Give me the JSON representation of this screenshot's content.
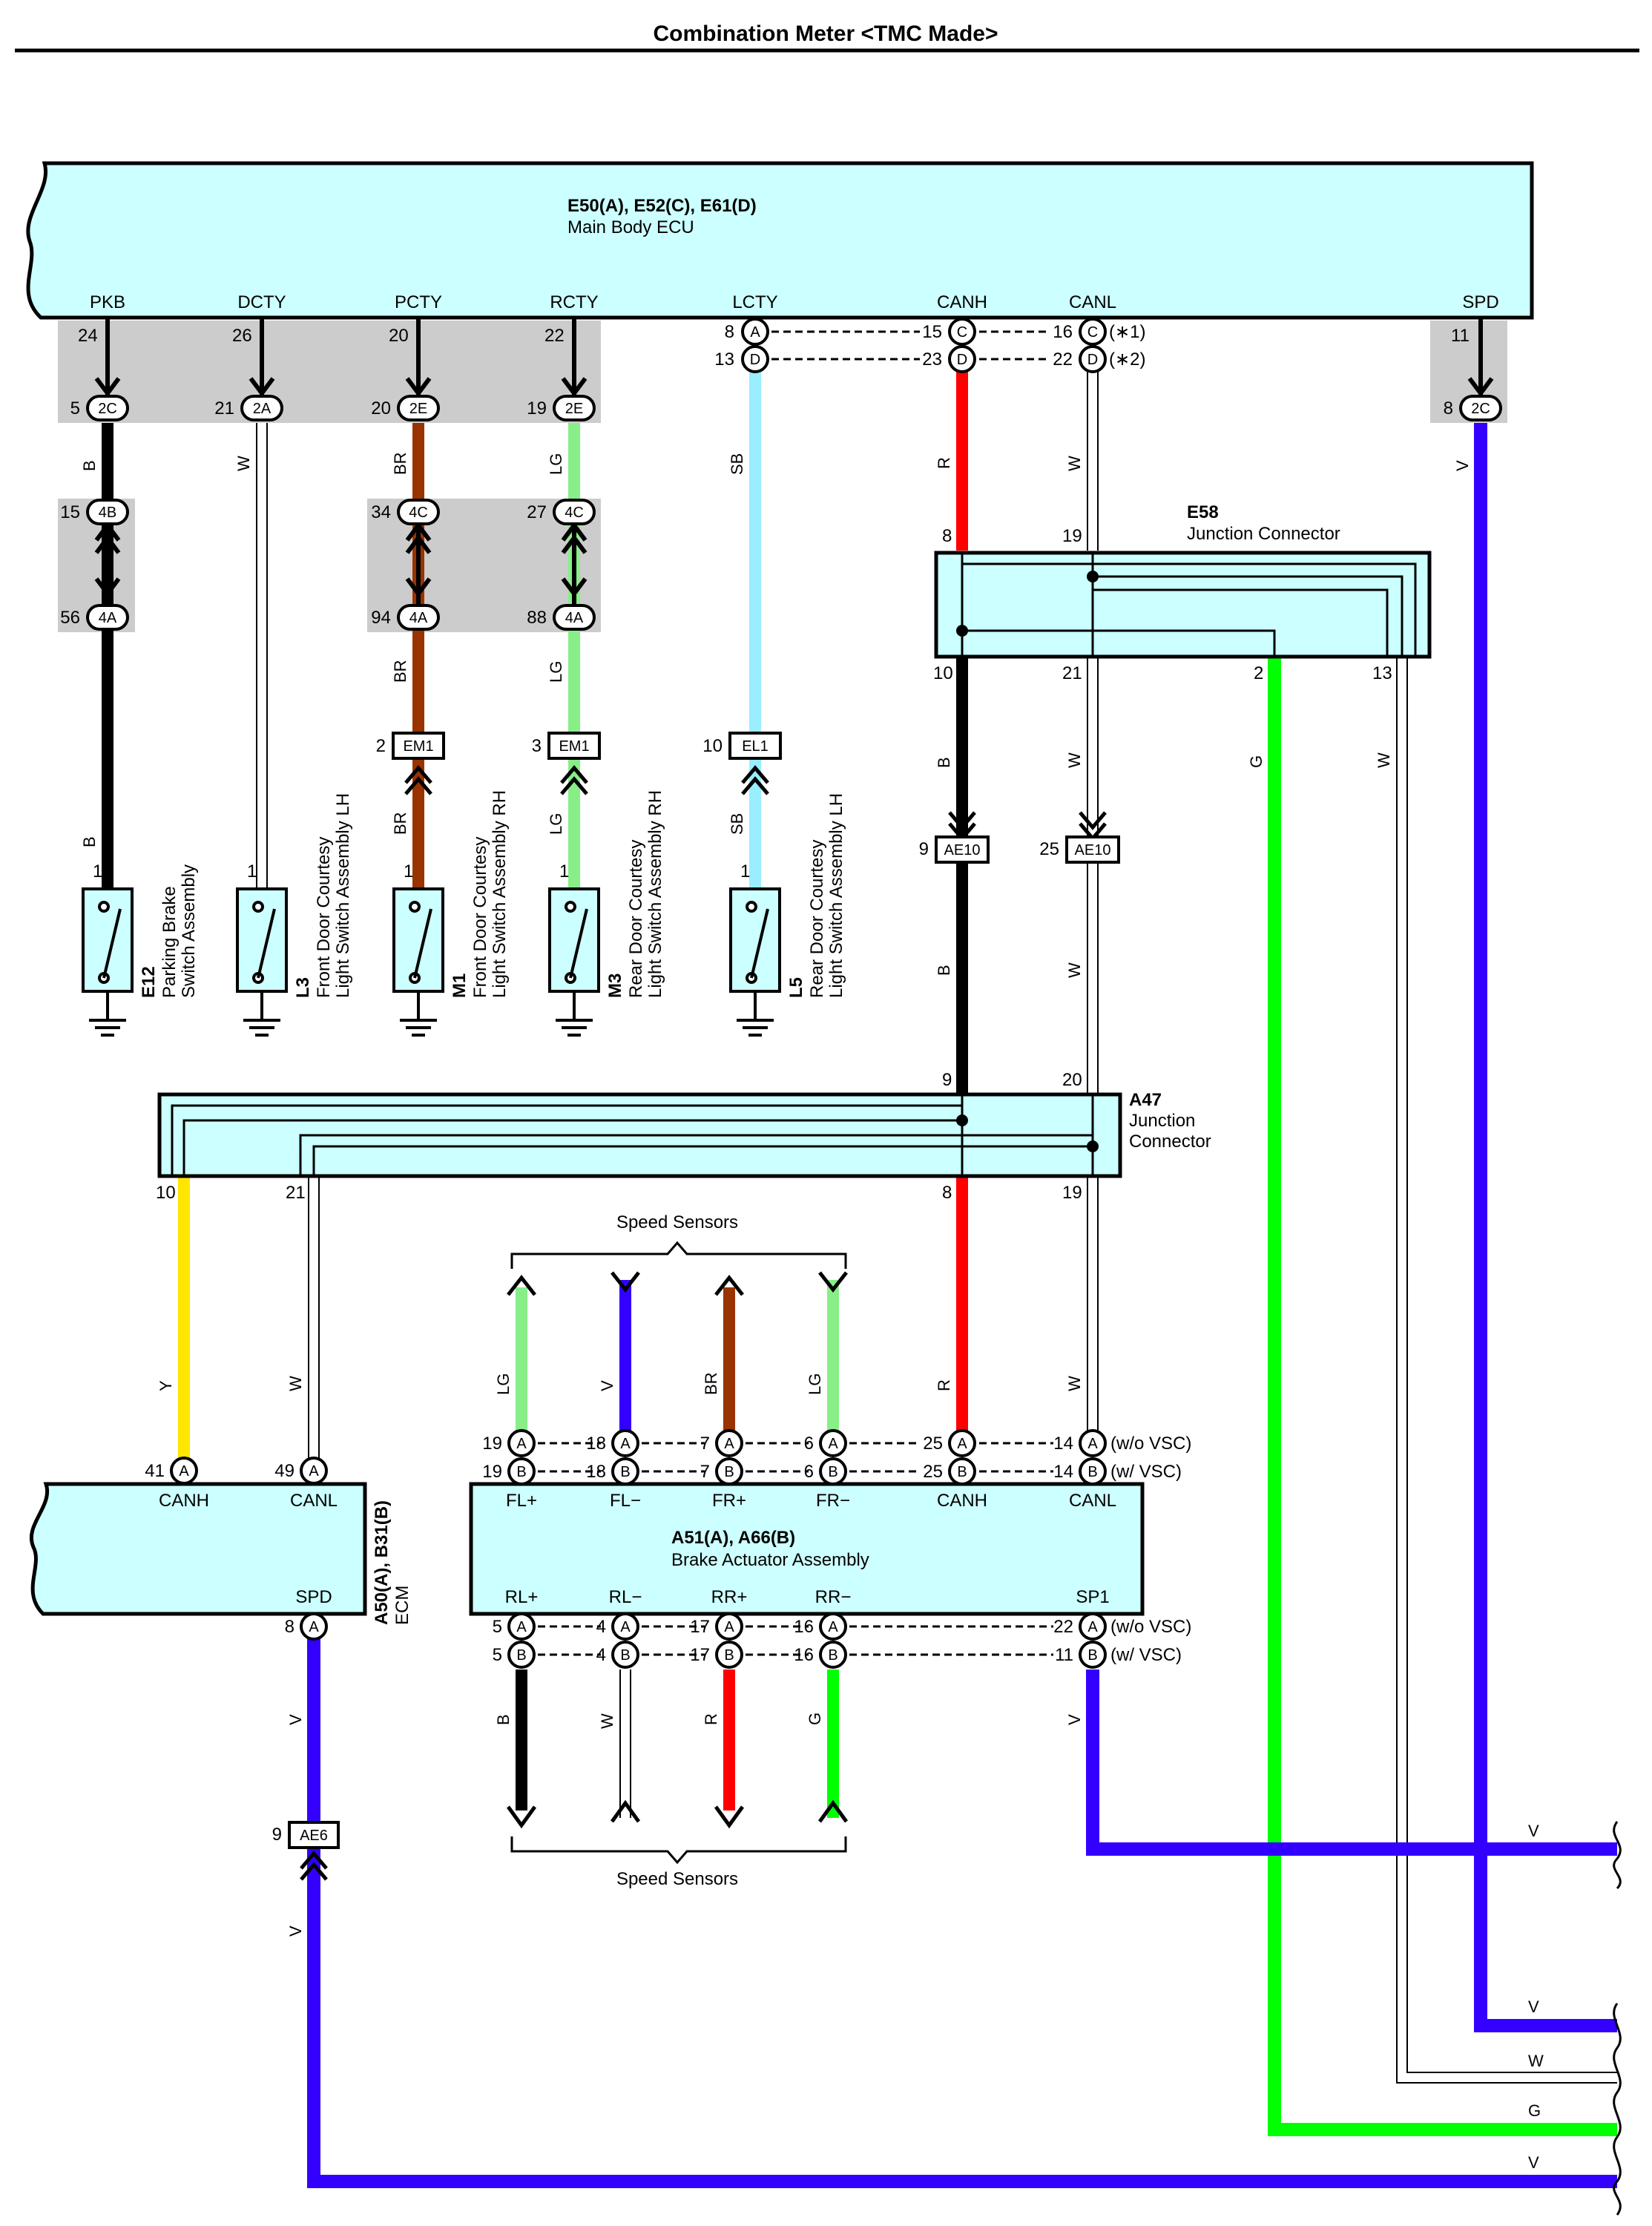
{
  "title": "Combination Meter <TMC Made>",
  "colors": {
    "B": "#000000",
    "W": "#ffffff",
    "BR": "#993300",
    "LG": "#88ee88",
    "SB": "#99eeff",
    "R": "#ff0000",
    "V": "#3300ff",
    "G": "#00ff00",
    "Y": "#ffe600",
    "box": "#ccffff",
    "shade": "#cccccc"
  },
  "main_ecu": {
    "code": "E50(A), E52(C), E61(D)",
    "name": "Main Body ECU",
    "terminals": [
      "PKB",
      "DCTY",
      "PCTY",
      "RCTY",
      "LCTY",
      "CANH",
      "CANL",
      "SPD"
    ],
    "pins": [
      "24",
      "26",
      "20",
      "22",
      "8",
      "13",
      "15",
      "23",
      "16",
      "22",
      "11"
    ],
    "pin_tags": [
      "A",
      "D",
      "C",
      "D",
      "C",
      "D"
    ],
    "notes": [
      "(∗1)",
      "(∗2)"
    ]
  },
  "connectors_2": {
    "pins": [
      "5",
      "21",
      "20",
      "19",
      "8"
    ],
    "tags": [
      "2C",
      "2A",
      "2E",
      "2E",
      "2C"
    ]
  },
  "connectors_4": {
    "pins": [
      "15",
      "56",
      "34",
      "94",
      "27",
      "88"
    ],
    "tags": [
      "4B",
      "4A",
      "4C",
      "4A",
      "4C",
      "4A"
    ]
  },
  "inline": {
    "em1a": {
      "pin": "2",
      "tag": "EM1"
    },
    "em1b": {
      "pin": "3",
      "tag": "EM1"
    },
    "el1": {
      "pin": "10",
      "tag": "EL1"
    },
    "ae10a": {
      "pin": "9",
      "tag": "AE10"
    },
    "ae10b": {
      "pin": "25",
      "tag": "AE10"
    },
    "ae6": {
      "pin": "9",
      "tag": "AE6"
    }
  },
  "switches": [
    {
      "code": "E12",
      "line1": "Parking Brake",
      "line2": "Switch Assembly",
      "pin": "1"
    },
    {
      "code": "L3",
      "line1": "Front Door Courtesy",
      "line2": "Light Switch Assembly LH",
      "pin": "1"
    },
    {
      "code": "M1",
      "line1": "Front Door Courtesy",
      "line2": "Light Switch Assembly RH",
      "pin": "1"
    },
    {
      "code": "M3",
      "line1": "Rear Door Courtesy",
      "line2": "Light Switch Assembly RH",
      "pin": "1"
    },
    {
      "code": "L5",
      "line1": "Rear Door Courtesy",
      "line2": "Light Switch Assembly LH",
      "pin": "1"
    }
  ],
  "e58": {
    "code": "E58",
    "name": "Junction Connector",
    "pins": [
      "8",
      "19",
      "10",
      "21",
      "2",
      "13"
    ]
  },
  "a47": {
    "code": "A47",
    "name1": "Junction",
    "name2": "Connector",
    "pins": [
      "9",
      "20",
      "10",
      "21",
      "8",
      "19"
    ]
  },
  "ecm": {
    "code": "A50(A), B31(B)",
    "name": "ECM",
    "terminals": [
      "CANH",
      "CANL",
      "SPD"
    ],
    "pins": [
      "41",
      "49",
      "8"
    ],
    "tags": [
      "A",
      "A",
      "A"
    ]
  },
  "brake": {
    "code": "A51(A), A66(B)",
    "name": "Brake Actuator Assembly",
    "top_terminals": [
      "FL+",
      "FL−",
      "FR+",
      "FR−",
      "CANH",
      "CANL"
    ],
    "bottom_terminals": [
      "RL+",
      "RL−",
      "RR+",
      "RR−",
      "SP1"
    ],
    "top_pins_a": [
      "19",
      "18",
      "7",
      "6",
      "25",
      "14"
    ],
    "top_pins_b": [
      "19",
      "18",
      "7",
      "6",
      "25",
      "14"
    ],
    "bot_pins_a": [
      "5",
      "4",
      "17",
      "16",
      "22"
    ],
    "bot_pins_b": [
      "5",
      "4",
      "17",
      "16",
      "11"
    ],
    "tag_a": "A",
    "tag_b": "B",
    "note_wo": "(w/o VSC)",
    "note_w": "(w/ VSC)"
  },
  "speed_sensors_label": "Speed Sensors",
  "wire_labels": {
    "B": "B",
    "W": "W",
    "BR": "BR",
    "LG": "LG",
    "SB": "SB",
    "R": "R",
    "V": "V",
    "G": "G",
    "Y": "Y"
  }
}
